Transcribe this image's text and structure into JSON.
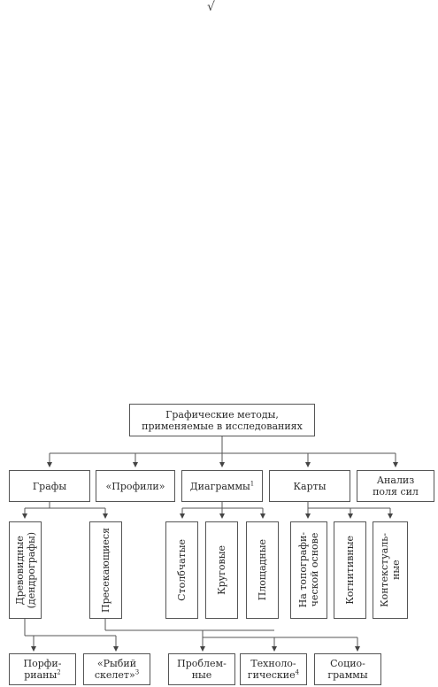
{
  "mark": "√",
  "diagram": {
    "root": "Графические методы,\nприменяемые в исследованиях",
    "level1": {
      "graphs": "Графы",
      "profiles": "«Профили»",
      "diagrams": "Диаграммы",
      "diagrams_note": "1",
      "maps": "Карты",
      "forcefield": "Анализ\nполя сил"
    },
    "level2": {
      "tree": "Древовидные\n(дендрографы)",
      "crossing": "Пресекающиеся",
      "bar": "Столбчатые",
      "pie": "Круговые",
      "area": "Площадные",
      "topo": "На топографи-\nческой основе",
      "cognitive": "Когнитивные",
      "context": "Контекстуаль-\nные"
    },
    "level3": {
      "porphyry": "Порфи-\nрианы",
      "porphyry_note": "2",
      "fishbone": "«Рыбий\nскелет»",
      "fishbone_note": "3",
      "problem": "Проблем-\nные",
      "techno": "Техноло-\nгические",
      "techno_note": "4",
      "socio": "Социо-\nграммы"
    }
  }
}
